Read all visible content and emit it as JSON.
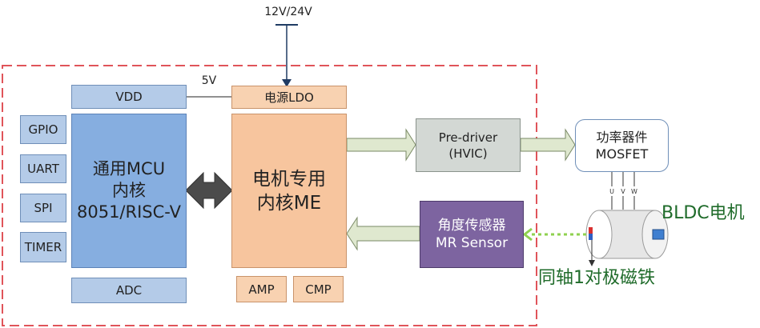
{
  "supply_voltage": "12V/24V",
  "vdd_voltage": "5V",
  "blocks": {
    "vdd": "VDD",
    "ldo": "电源LDO",
    "gpio": "GPIO",
    "uart": "UART",
    "spi": "SPI",
    "timer": "TIMER",
    "mcu": [
      "通用MCU",
      "内核",
      "8051/RISC-V"
    ],
    "me": [
      "电机专用",
      "内核ME"
    ],
    "adc": "ADC",
    "amp": "AMP",
    "cmp": "CMP",
    "predriver": [
      "Pre-driver",
      "(HVIC)"
    ],
    "mosfet": [
      "功率器件",
      "MOSFET"
    ],
    "sensor": [
      "角度传感器",
      "MR Sensor"
    ]
  },
  "motor": {
    "label": "BLDC电机",
    "phases": [
      "U",
      "V",
      "W"
    ],
    "magnet_label": "同轴1对极磁铁"
  },
  "colors": {
    "chip_border": "#e0545a",
    "mcu_fill": "#86aee0",
    "me_fill": "#f7c59e",
    "sensor_fill": "#7d64a0",
    "arrow_fill": "#dfe8cf",
    "dotted_arrow": "#8fd14f",
    "label_green": "#1f6b2a"
  }
}
